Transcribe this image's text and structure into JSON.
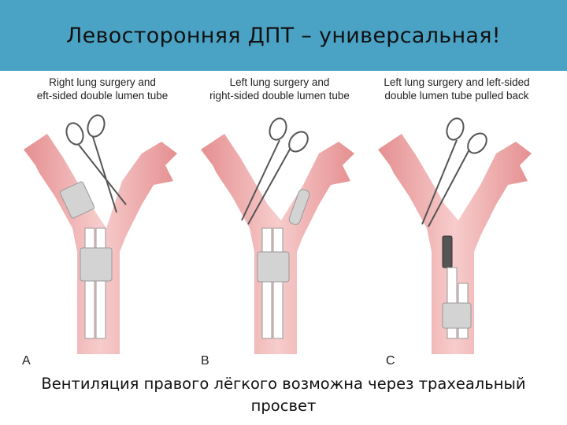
{
  "title": "Левосторонняя ДПТ – универсальная!",
  "panels": [
    {
      "letter": "A",
      "caption_line1": "Right lung surgery and",
      "caption_line2": "eft-sided double lumen tube"
    },
    {
      "letter": "B",
      "caption_line1": "Left lung surgery and",
      "caption_line2": "right-sided double lumen tube"
    },
    {
      "letter": "C",
      "caption_line1": "Left lung surgery and left-sided",
      "caption_line2": "double lumen tube pulled back"
    }
  ],
  "footer": {
    "line1": "Вентиляция правого лёгкого возможна через трахеальный",
    "line2": "просвет"
  },
  "colors": {
    "header": "#4aa3c4",
    "tissue": "#f2b6b6",
    "tissue_dark": "#e58f90",
    "cuff": "#d3d3d3",
    "tube": "#ffffff"
  }
}
